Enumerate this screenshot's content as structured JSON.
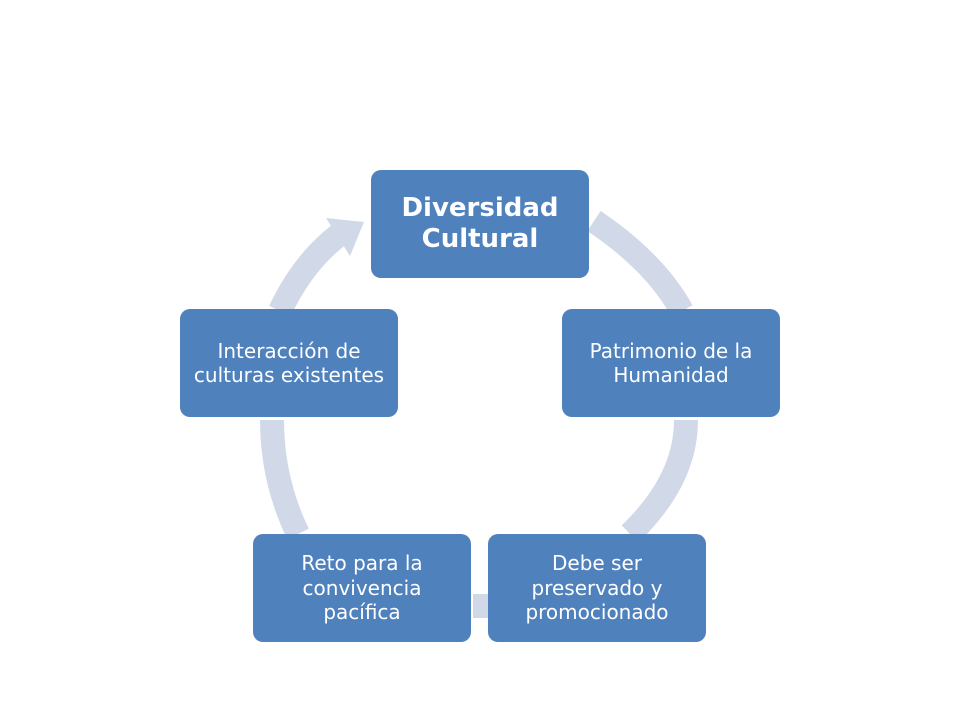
{
  "diagram": {
    "type": "cycle",
    "nodes": [
      {
        "id": "diversidad",
        "label": "Diversidad Cultural"
      },
      {
        "id": "patrimonio",
        "label": "Patrimonio de la Humanidad"
      },
      {
        "id": "preservado",
        "label": "Debe ser preservado y promocionado"
      },
      {
        "id": "reto",
        "label": "Reto para la convivencia pacífica"
      },
      {
        "id": "interaccion",
        "label": "Interacción de culturas existentes"
      }
    ],
    "colors": {
      "node_fill": "#4f81bd",
      "node_text": "#ffffff",
      "ring": "#d1d9e9"
    }
  }
}
